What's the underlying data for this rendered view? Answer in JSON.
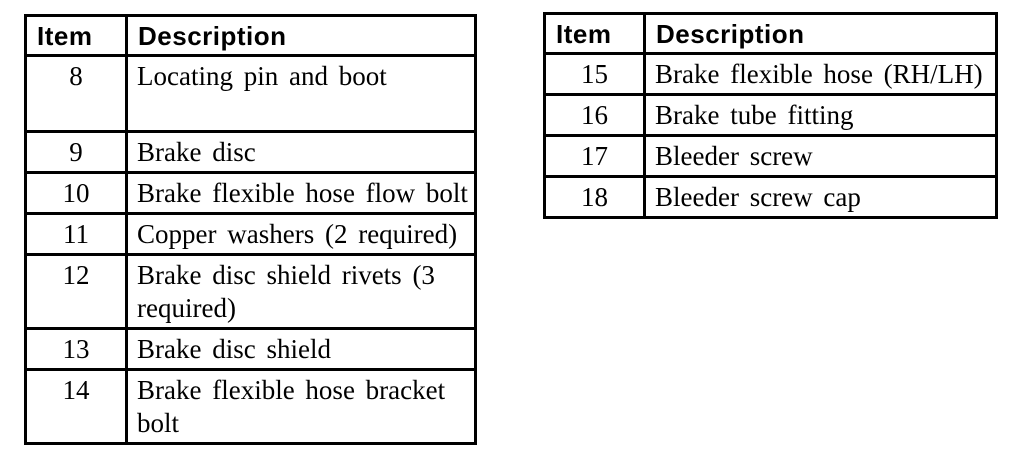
{
  "colors": {
    "background": "#ffffff",
    "text": "#000000",
    "border": "#000000"
  },
  "tables": [
    {
      "name": "parts-list-items-8-14",
      "headers": {
        "item": "Item",
        "description": "Description"
      },
      "rows": [
        {
          "item": "8",
          "description": "Locating pin and boot"
        },
        {
          "item": "9",
          "description": "Brake disc"
        },
        {
          "item": "10",
          "description": "Brake flexible hose flow bolt"
        },
        {
          "item": "11",
          "description": "Copper washers (2 required)"
        },
        {
          "item": "12",
          "description": "Brake disc shield rivets (3 required)"
        },
        {
          "item": "13",
          "description": "Brake disc shield"
        },
        {
          "item": "14",
          "description": "Brake flexible hose bracket bolt"
        }
      ]
    },
    {
      "name": "parts-list-items-15-18",
      "headers": {
        "item": "Item",
        "description": "Description"
      },
      "rows": [
        {
          "item": "15",
          "description": "Brake flexible hose (RH/LH)"
        },
        {
          "item": "16",
          "description": "Brake tube fitting"
        },
        {
          "item": "17",
          "description": "Bleeder screw"
        },
        {
          "item": "18",
          "description": "Bleeder screw cap"
        }
      ]
    }
  ]
}
